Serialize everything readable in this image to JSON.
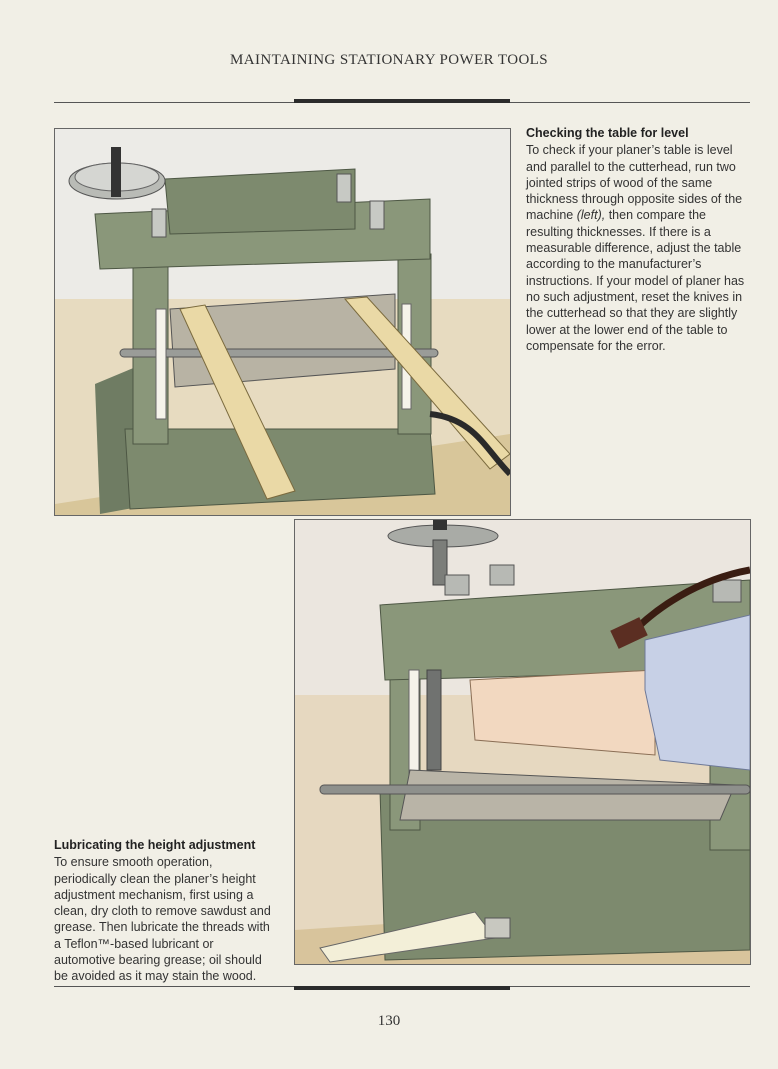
{
  "header": {
    "title": "MAINTAINING STATIONARY POWER TOOLS"
  },
  "sections": {
    "level": {
      "heading": "Checking the table for level",
      "body_pre": "To check if your planer’s table is level and parallel to the cutterhead, run two jointed strips of wood of the same thickness through opposite sides of the machine ",
      "body_em": "(left),",
      "body_post": " then compare the resulting thicknesses. If there is a measurable difference, adjust the table according to the manufacturer’s instructions. If your model of planer has no such adjustment, reset the knives in the cutterhead so that they are slightly lower at the lower end of the table to compensate for the error."
    },
    "lubricate": {
      "heading": "Lubricating the height adjustment",
      "body": "To ensure smooth operation, periodically clean the planer’s height adjustment mechanism, first using a clean, dry cloth to remove sawdust and grease. Then lubricate the threads with a Teflon™-based lubricant or automotive bearing grease; oil should be avoided as it may stain the wood."
    }
  },
  "footer": {
    "page_number": "130"
  },
  "colors": {
    "machine": "#8a977a",
    "machine_dark": "#6f7c63",
    "wood": "#ead9a6",
    "bg": "#f1efe6"
  }
}
